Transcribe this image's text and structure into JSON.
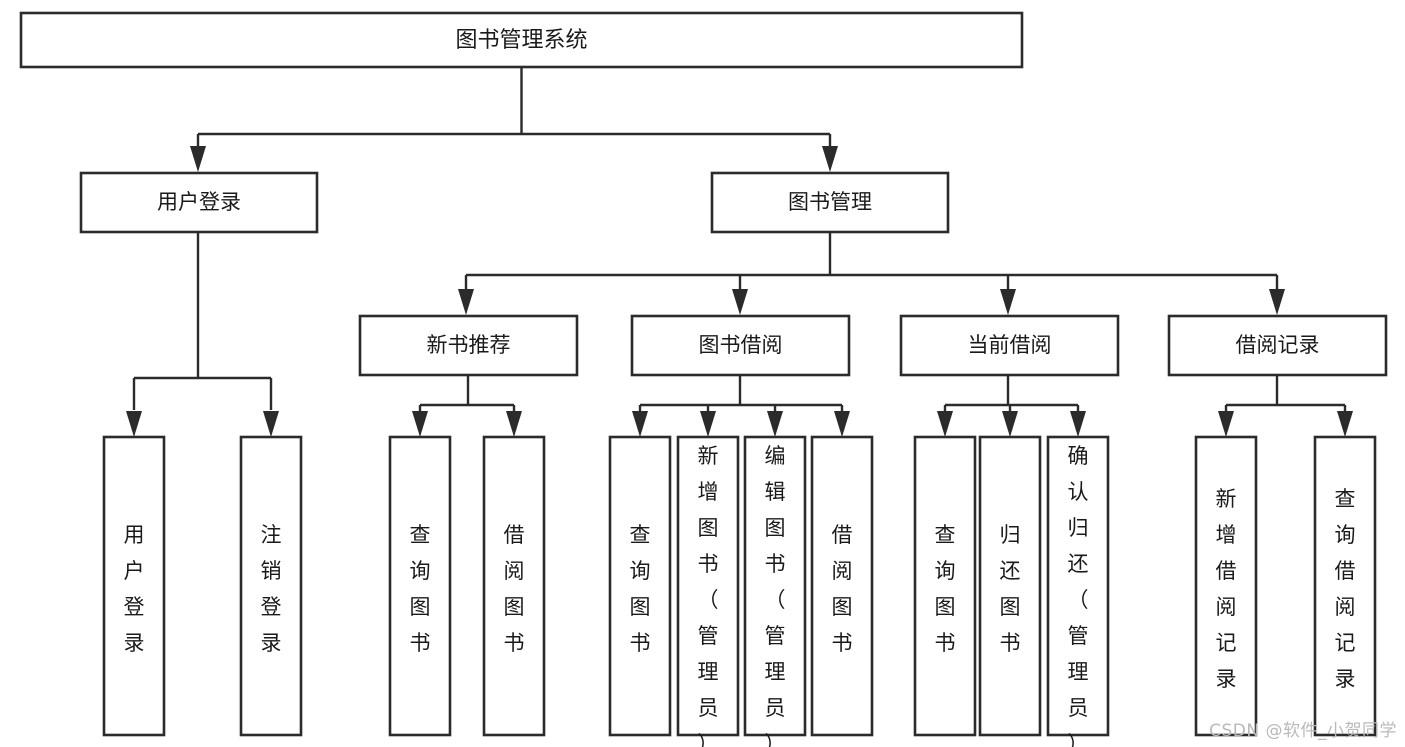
{
  "diagram": {
    "kind": "function-tree",
    "title_node": {
      "id": "root",
      "label": "图书管理系统"
    },
    "level1": [
      {
        "id": "user-login",
        "label": "用户登录"
      },
      {
        "id": "book-manage",
        "label": "图书管理"
      }
    ],
    "level2": [
      {
        "id": "new-book-rec",
        "label": "新书推荐",
        "parent": "book-manage"
      },
      {
        "id": "book-borrow",
        "label": "图书借阅",
        "parent": "book-manage"
      },
      {
        "id": "current-borrow",
        "label": "当前借阅",
        "parent": "book-manage"
      },
      {
        "id": "borrow-record",
        "label": "借阅记录",
        "parent": "book-manage"
      }
    ],
    "leaves": {
      "user-login": [
        {
          "id": "leaf-user-login",
          "label": "用户登录"
        },
        {
          "id": "leaf-logout",
          "label": "注销登录"
        }
      ],
      "new-book-rec": [
        {
          "id": "leaf-query-book-1",
          "label": "查询图书"
        },
        {
          "id": "leaf-borrow-book-1",
          "label": "借阅图书"
        }
      ],
      "book-borrow": [
        {
          "id": "leaf-query-book-2",
          "label": "查询图书"
        },
        {
          "id": "leaf-add-book",
          "label": "新增图书（管理员）"
        },
        {
          "id": "leaf-edit-book",
          "label": "编辑图书（管理员）"
        },
        {
          "id": "leaf-borrow-book-2",
          "label": "借阅图书"
        }
      ],
      "current-borrow": [
        {
          "id": "leaf-query-book-3",
          "label": "查询图书"
        },
        {
          "id": "leaf-return-book",
          "label": "归还图书"
        },
        {
          "id": "leaf-confirm-return",
          "label": "确认归还（管理员）"
        }
      ],
      "borrow-record": [
        {
          "id": "leaf-add-record",
          "label": "新增借阅记录"
        },
        {
          "id": "leaf-query-record",
          "label": "查询借阅记录"
        }
      ]
    },
    "colors": {
      "box_stroke": "#2b2b2b",
      "box_fill": "#ffffff",
      "connector": "#2b2b2b",
      "text": "#1a1a1a",
      "background": "#ffffff",
      "watermark": "#b9b9b9"
    }
  },
  "watermark": {
    "text": "CSDN @软件_小贺同学"
  }
}
